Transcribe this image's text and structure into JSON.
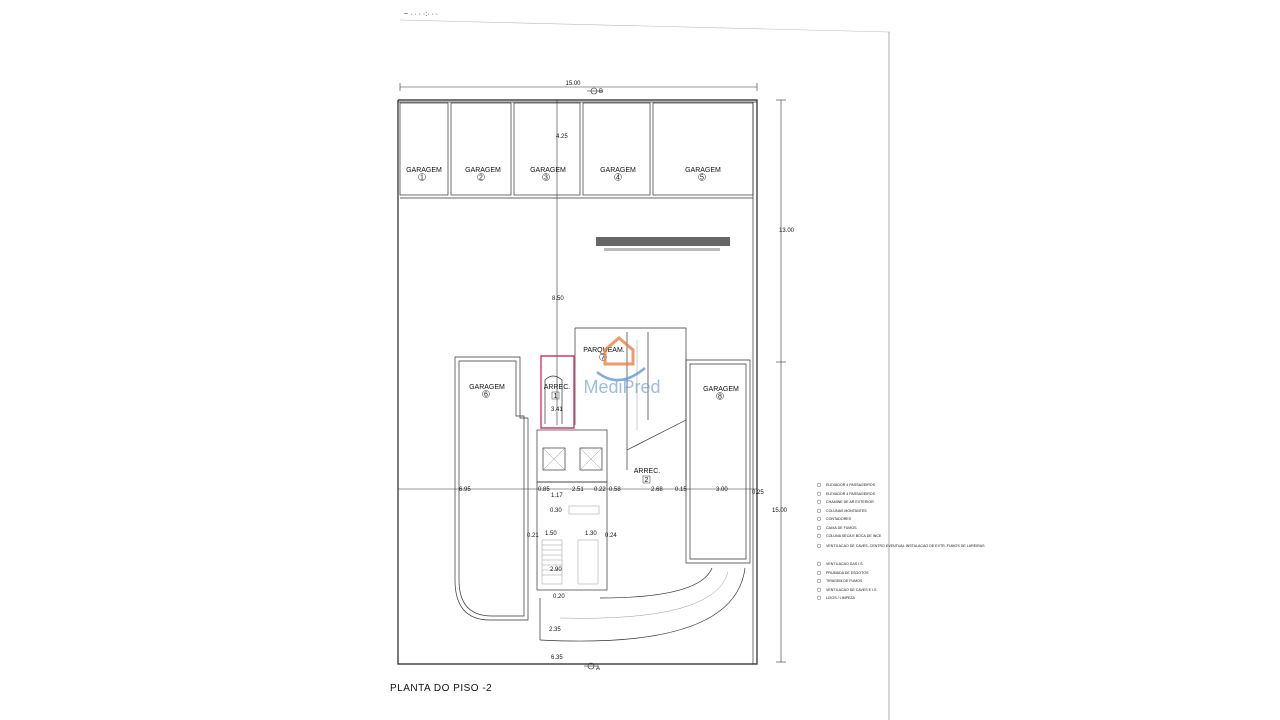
{
  "title": "PLANTA DO PISO -2",
  "watermark": {
    "text": "MediPred",
    "color": "#5b8fd6",
    "accent": "#e8793a"
  },
  "highlight_color": "#d43a6a",
  "dimensions": {
    "top_width": "15.00",
    "right_upper": "13.00",
    "right_lower": "15.00",
    "d_4_25": "4.25",
    "d_8_50": "8.50",
    "d_3_41": "3.41",
    "d_6_95": "6.95",
    "d_0_85": "0.85",
    "d_1_17": "1.17",
    "d_2_51": "2.51",
    "d_0_22": "0.22",
    "d_0_58": "0.58",
    "d_2_68": "2.68",
    "d_0_15": "0.15",
    "d_3_00": "3.00",
    "d_0_25": "0.25",
    "d_0_30": "0.30",
    "d_1_50": "1.50",
    "d_1_30": "1.30",
    "d_0_24": "0.24",
    "d_0_21": "0.21",
    "d_2_90": "2.90",
    "d_0_20": "0.20",
    "d_2_35": "2.35",
    "d_bottom": "6.35"
  },
  "sections": {
    "top": "B",
    "bottom": "A"
  },
  "rooms": [
    {
      "name": "GARAGEM",
      "num": "1"
    },
    {
      "name": "GARAGEM",
      "num": "2"
    },
    {
      "name": "GARAGEM",
      "num": "3"
    },
    {
      "name": "GARAGEM",
      "num": "4"
    },
    {
      "name": "GARAGEM",
      "num": "5"
    },
    {
      "name": "GARAGEM",
      "num": "6"
    },
    {
      "name": "PARQUEAM.",
      "num": "7"
    },
    {
      "name": "GARAGEM",
      "num": "8"
    },
    {
      "name": "ARREC.",
      "num": "1"
    },
    {
      "name": "ARREC.",
      "num": "2"
    }
  ],
  "legend": [
    "ELEVADOR 4 PASSAGEIROS",
    "ELEVADOR 4 PASSAGEIROS",
    "CHAMINE DE AR EXTERIOR",
    "COLUNAS MONTANTES",
    "CONTADORES",
    "CAIXA DE FUMOS",
    "COLUNA SECA E BOCA DE INCE",
    "VENTILACAO DE CAVES, CENTRO EVENTUAL INSTALACAO DE EXTR. FUMOS DE LAREIRAS",
    "VENTILACAO DAS I.S.",
    "PRUMADA DE ESGOTOS",
    "TIRAGEM DE FUMOS",
    "VENTILACAO DE CAVES E I.S.",
    "LIXOS / LIMPEZA"
  ]
}
